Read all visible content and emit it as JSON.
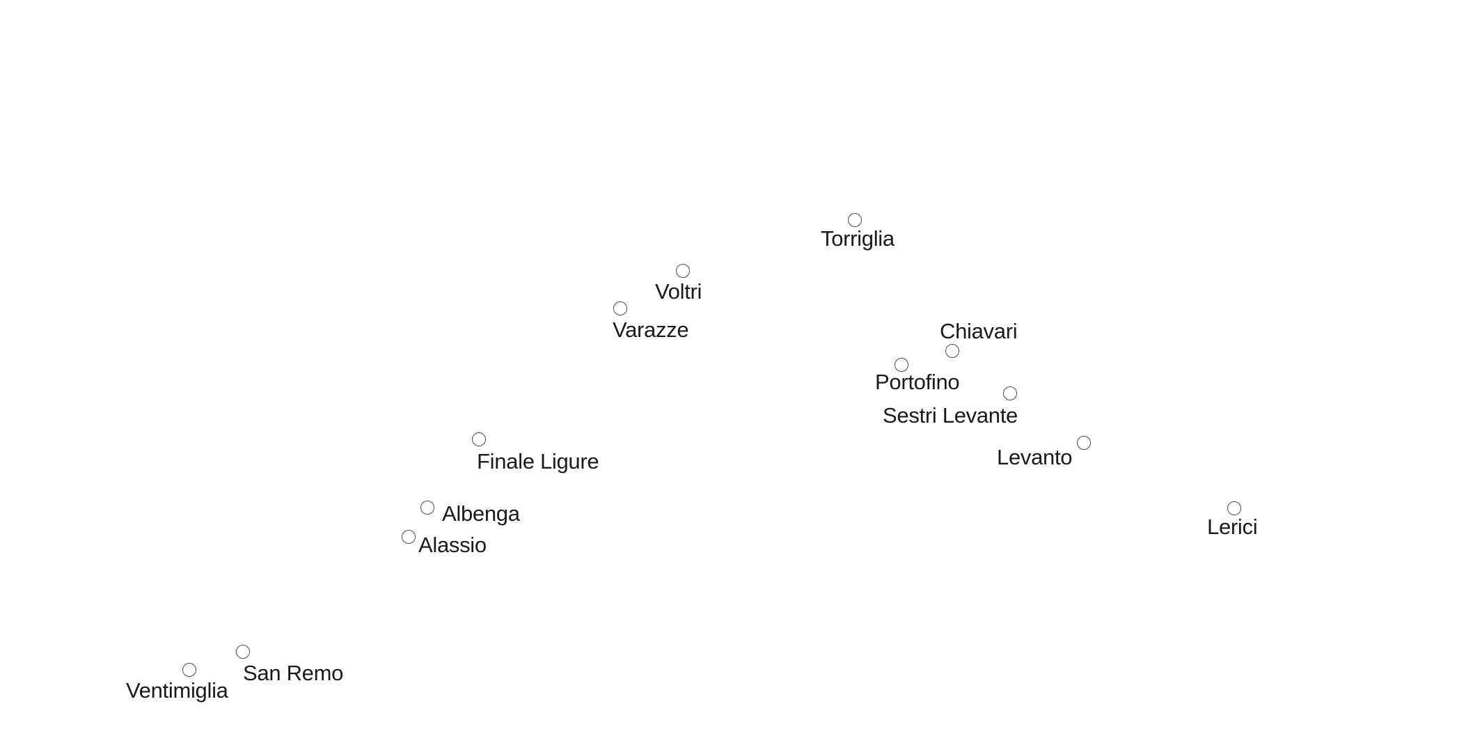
{
  "map": {
    "colors": {
      "background": "#ffffff",
      "marker_stroke": "#4a4a4a",
      "label": "#1a1a1a"
    },
    "cities": [
      {
        "id": "torriglia",
        "name": "Torriglia"
      },
      {
        "id": "voltri",
        "name": "Voltri"
      },
      {
        "id": "varazze",
        "name": "Varazze"
      },
      {
        "id": "chiavari",
        "name": "Chiavari"
      },
      {
        "id": "portofino",
        "name": "Portofino"
      },
      {
        "id": "sestri-levante",
        "name": "Sestri Levante"
      },
      {
        "id": "levanto",
        "name": "Levanto"
      },
      {
        "id": "finale-ligure",
        "name": "Finale Ligure"
      },
      {
        "id": "albenga",
        "name": "Albenga"
      },
      {
        "id": "alassio",
        "name": "Alassio"
      },
      {
        "id": "lerici",
        "name": "Lerici"
      },
      {
        "id": "san-remo",
        "name": "San Remo"
      },
      {
        "id": "ventimiglia",
        "name": "Ventimiglia"
      }
    ]
  }
}
